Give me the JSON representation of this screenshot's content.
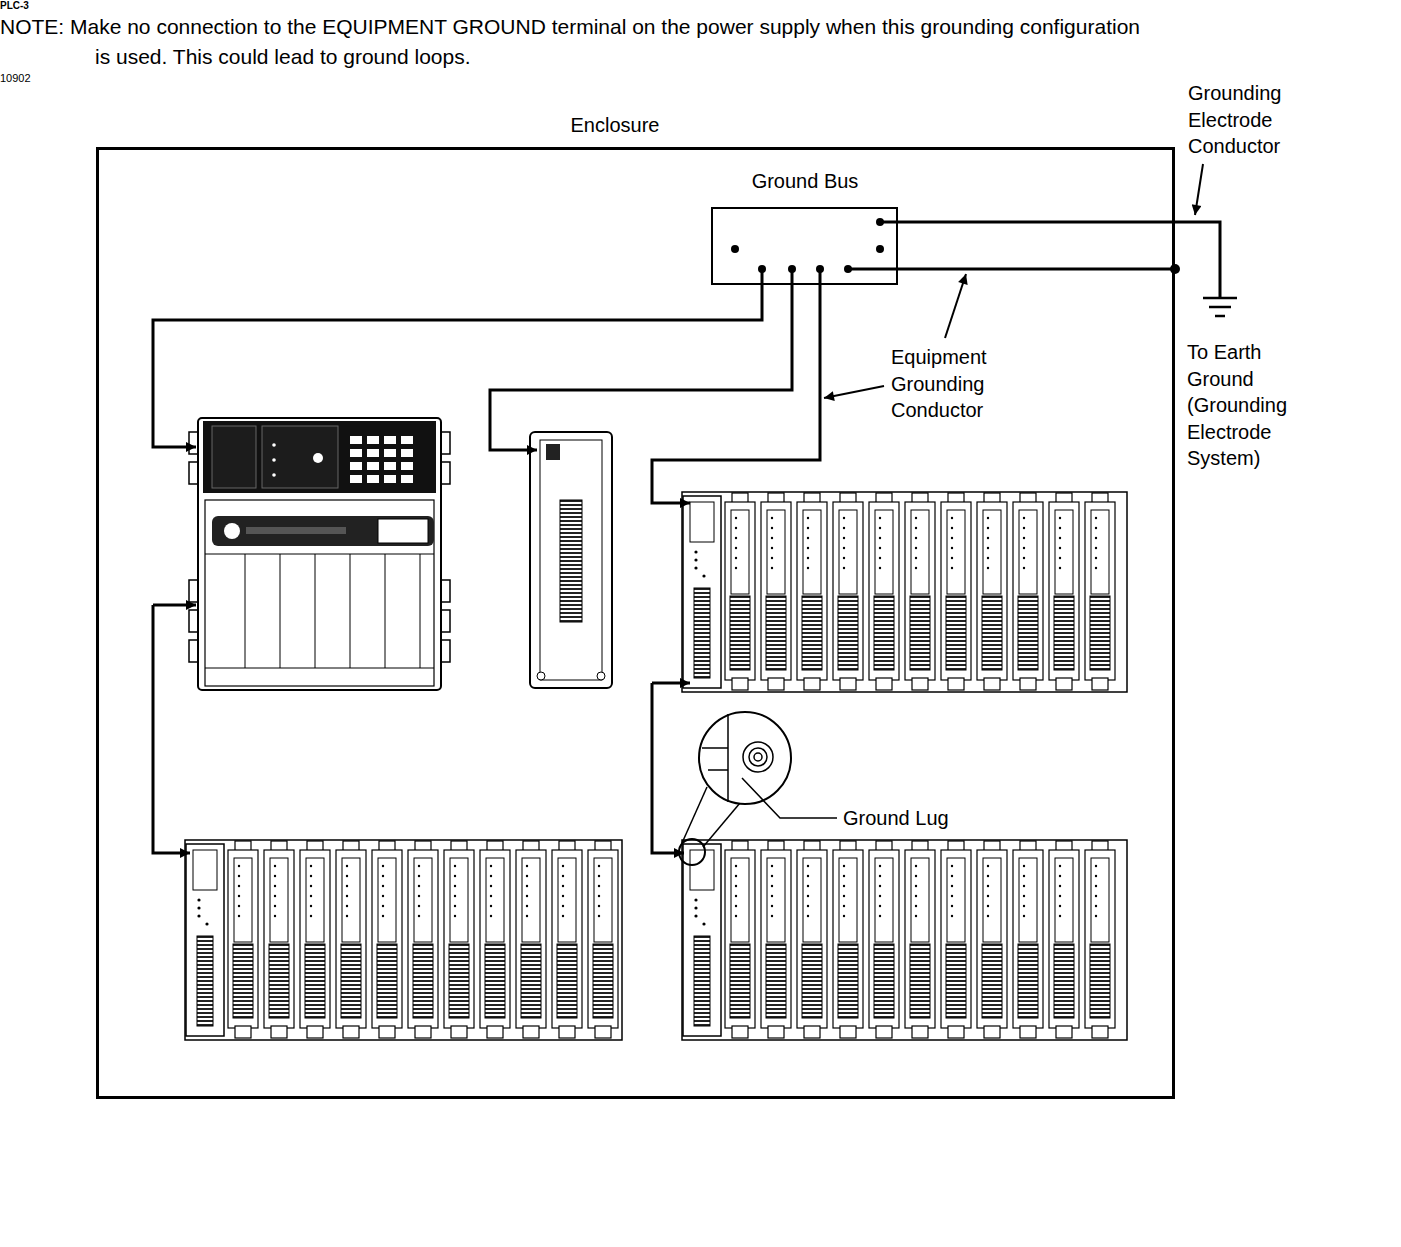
{
  "diagram": {
    "nodes": [
      {
        "text": [
          "Enclosure"
        ]
      },
      {
        "text": [
          "Ground Bus"
        ],
        "in": 0
      }
    ],
    "labels": [
      "Grounding Electrode Conductor",
      "To Earth Ground (Grounding Electrode System)",
      "Equipment Grounding Conductor",
      "Ground Lug",
      "PLC-3",
      "NOTE: Make no connection to the EQUIPMENT GROUND terminal on the power supply when this grounding configuration is used. This could lead to ground loops.",
      "10902"
    ]
  }
}
